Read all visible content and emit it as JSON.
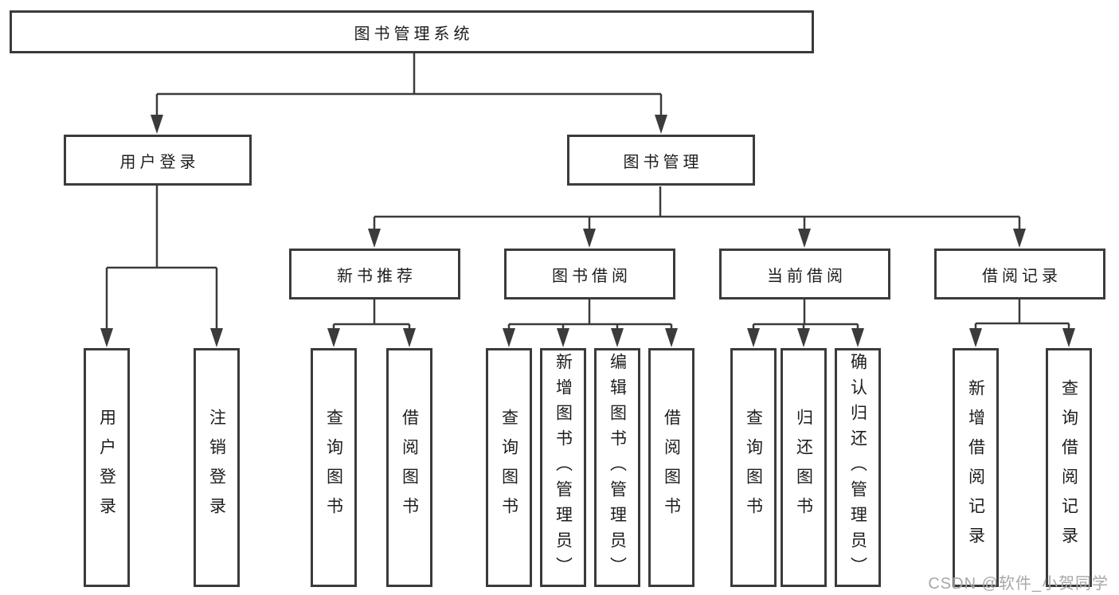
{
  "tree": {
    "root": "图书管理系统",
    "branches": [
      {
        "label": "用户登录",
        "children": [
          "用户登录",
          "注销登录"
        ]
      },
      {
        "label": "图书管理",
        "children": [
          {
            "label": "新书推荐",
            "children": [
              "查询图书",
              "借阅图书"
            ]
          },
          {
            "label": "图书借阅",
            "children": [
              "查询图书",
              "新增图书（管理员）",
              "编辑图书（管理员）",
              "借阅图书"
            ]
          },
          {
            "label": "当前借阅",
            "children": [
              "查询图书",
              "归还图书",
              "确认归还（管理员）"
            ]
          },
          {
            "label": "借阅记录",
            "children": [
              "新增借阅记录",
              "查询借阅记录"
            ]
          }
        ]
      }
    ]
  },
  "watermark": {
    "text": "CSDN @软件_小贺同学"
  },
  "colors": {
    "line": "#3b3b3b",
    "text": "#1d1d1d",
    "watermark": "#a8a8a8",
    "background": "#ffffff"
  }
}
